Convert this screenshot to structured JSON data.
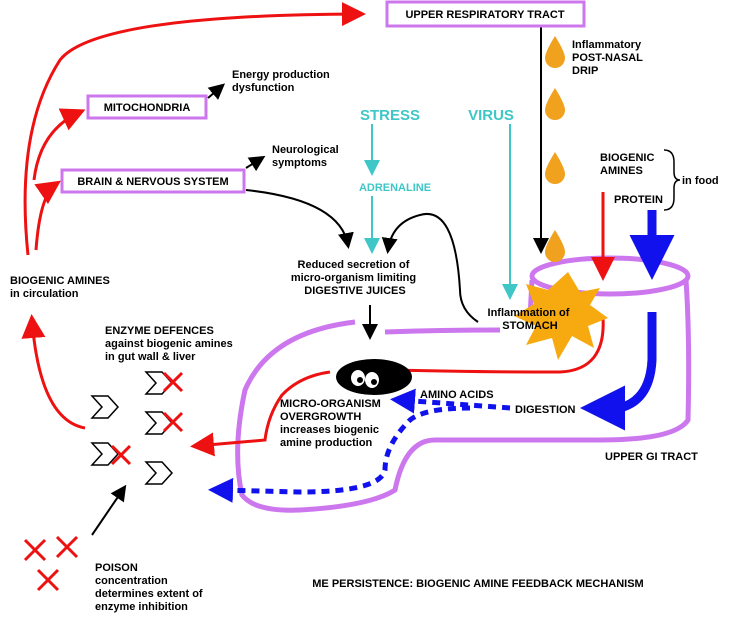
{
  "boxes": {
    "upper_respiratory": "UPPER RESPIRATORY TRACT",
    "mitochondria": "MITOCHONDRIA",
    "brain": "BRAIN & NERVOUS SYSTEM"
  },
  "labels": {
    "energy": [
      "Energy production",
      "dysfunction"
    ],
    "neuro": [
      "Neurological",
      "symptoms"
    ],
    "stress": "STRESS",
    "virus": "VIRUS",
    "adrenaline": "ADRENALINE",
    "drip": [
      "Inflammatory",
      "POST-NASAL",
      "DRIP"
    ],
    "biogenic_food": [
      "BIOGENIC",
      "AMINES"
    ],
    "in_food": "in food",
    "protein": "PROTEIN",
    "reduced": [
      "Reduced secretion of",
      "micro-organism limiting",
      "DIGESTIVE JUICES"
    ],
    "inflammation": [
      "Inflammation of",
      "STOMACH"
    ],
    "circulation": [
      "BIOGENIC AMINES",
      "in circulation"
    ],
    "enzyme": [
      "ENZYME DEFENCES",
      "against biogenic amines",
      "in gut wall & liver"
    ],
    "micro": [
      "MICRO-ORGANISM",
      "OVERGROWTH",
      "increases biogenic",
      "amine production"
    ],
    "amino": "AMINO ACIDS",
    "digestion": "DIGESTION",
    "upper_gi": "UPPER GI TRACT",
    "poison": [
      "POISON",
      "concentration",
      "determines extent of",
      "enzyme inhibition"
    ],
    "title": "ME PERSISTENCE: BIOGENIC AMINE FEEDBACK MECHANISM"
  },
  "colors": {
    "red": "#ee1111",
    "blue": "#1111ee",
    "cyan": "#3fc6c6",
    "violet": "#cc77ee",
    "orange": "#f0a21e",
    "star": "#f7aa10"
  }
}
